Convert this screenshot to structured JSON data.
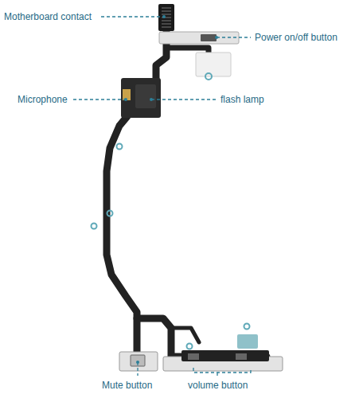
{
  "diagram": {
    "labels": [
      "Motherboard contact",
      "Power on/off button",
      "Microphone",
      "flash lamp",
      "Mute button",
      "volume button"
    ]
  }
}
